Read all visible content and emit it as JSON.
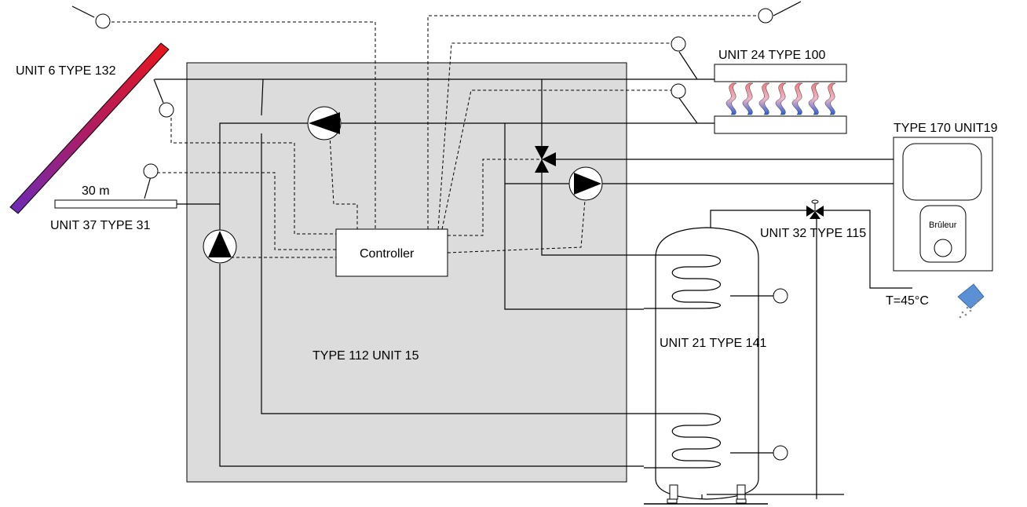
{
  "labels": {
    "collector": "UNIT 6 TYPE 132",
    "pipe_length": "30 m",
    "pipe": "UNIT 37 TYPE 31",
    "heater": "UNIT 24 TYPE 100",
    "boiler": "TYPE 170 UNIT19",
    "burner": "Brûleur",
    "mixing_valve": "UNIT 32 TYPE 115",
    "tap_temp": "T=45°C",
    "controller": "Controller",
    "module": "TYPE 112 UNIT 15",
    "tank": "UNIT 21 TYPE 141"
  },
  "colors": {
    "module_fill": "#dcdcdc",
    "collector_top": "#e8161c",
    "collector_bottom": "#6b2bb8",
    "radiator_red": "#e8545a",
    "radiator_blue": "#2a5bd7",
    "shower": "#5b8fd6"
  }
}
